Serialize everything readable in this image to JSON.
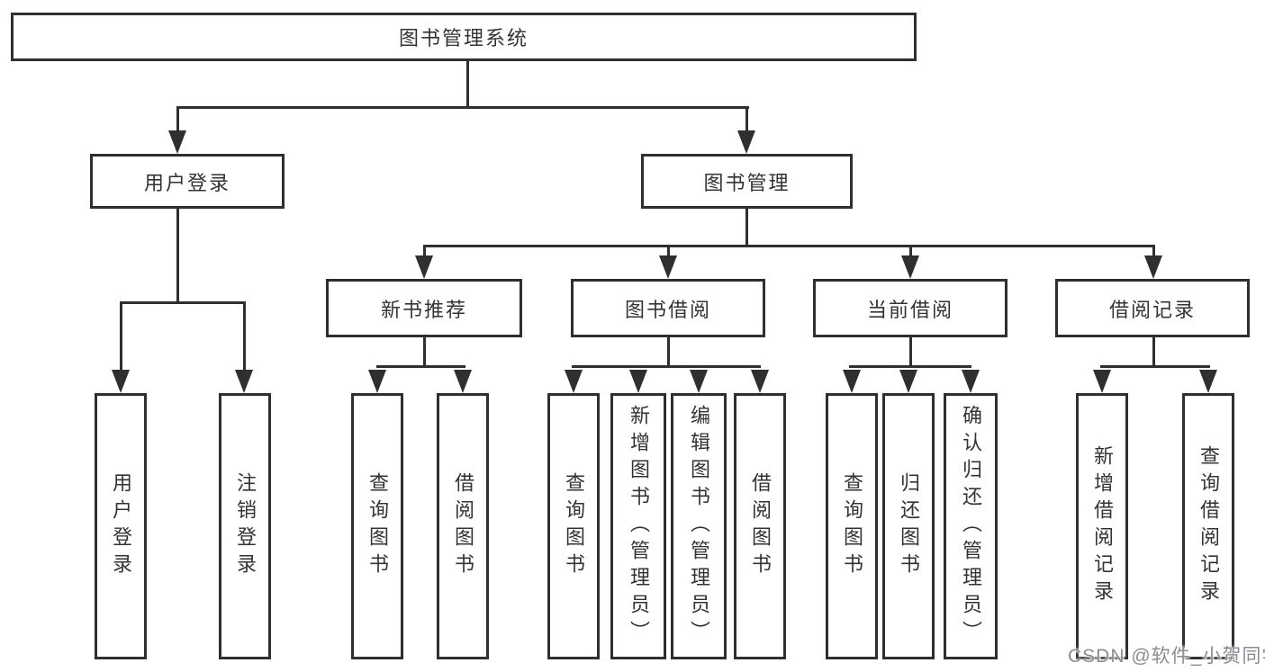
{
  "tree": {
    "root": "图书管理系统",
    "level2": [
      "用户登录",
      "图书管理"
    ],
    "level3": [
      "新书推荐",
      "图书借阅",
      "当前借阅",
      "借阅记录"
    ],
    "leaves": {
      "user_login": [
        "用户登录",
        "注销登录"
      ],
      "new_books": [
        "查询图书",
        "借阅图书"
      ],
      "book_borrow": [
        "查询图书",
        "新增图书（管理员）",
        "编辑图书（管理员）",
        "借阅图书"
      ],
      "current_borrow": [
        "查询图书",
        "归还图书",
        "确认归还（管理员）"
      ],
      "borrow_records": [
        "新增借阅记录",
        "查询借阅记录"
      ]
    }
  },
  "watermark": "CSDN @软件_小贺同学",
  "colors": {
    "line": "#2f2f2f",
    "text": "#333333",
    "background": "#ffffff",
    "watermark_text": "#8b8b92"
  }
}
